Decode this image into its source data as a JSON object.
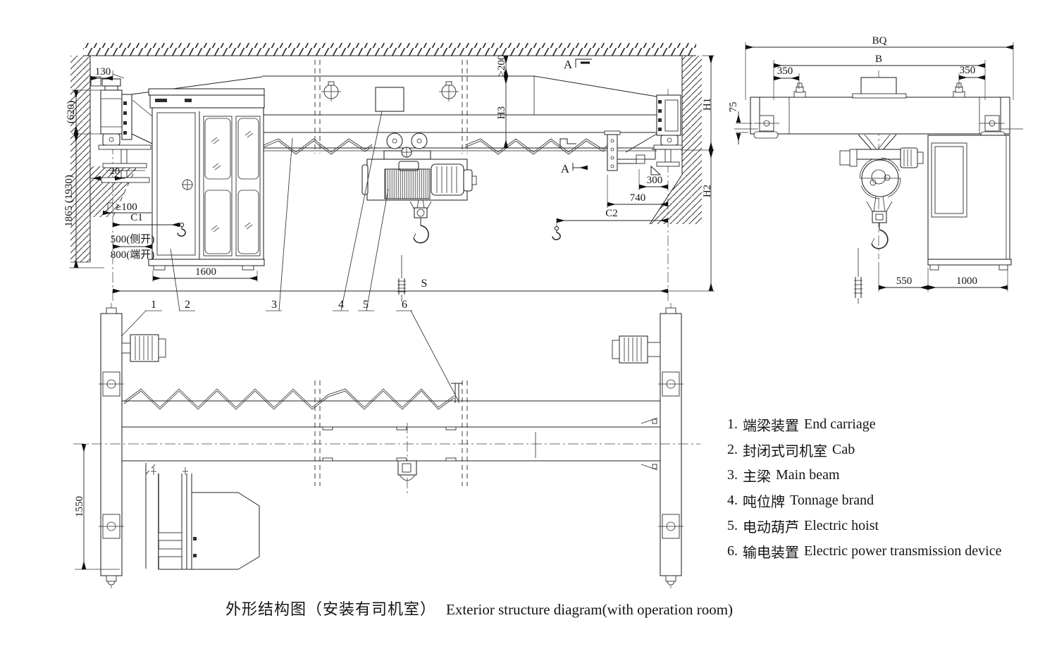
{
  "title": {
    "zh": "外形结构图（安装有司机室）",
    "en": "Exterior structure diagram(with operation room)"
  },
  "legend": {
    "items": [
      {
        "num": "1.",
        "zh": "端梁装置",
        "en": "End carriage"
      },
      {
        "num": "2.",
        "zh": "封闭式司机室",
        "en": "Cab"
      },
      {
        "num": "3.",
        "zh": "主梁",
        "en": "Main beam"
      },
      {
        "num": "4.",
        "zh": "吨位牌",
        "en": "Tonnage brand"
      },
      {
        "num": "5.",
        "zh": "电动葫芦",
        "en": "Electric hoist"
      },
      {
        "num": "6.",
        "zh": "输电装置",
        "en": "Electric power transmission device"
      }
    ]
  },
  "front_view": {
    "dims": {
      "buffer": "130",
      "rail_offset": "(620)",
      "height": "1865 (1930)",
      "gap": "20",
      "clearance": "≥100",
      "c1": "C1",
      "side_open": "500(侧开)",
      "end_open": "800(端开)",
      "cab_width": "1600",
      "top_clearance": "≥200",
      "h3": "H3",
      "h1": "H1",
      "h2": "H2",
      "d300": "300",
      "d740": "740",
      "c2": "C2",
      "span": "S",
      "cab_depth": "1550"
    },
    "section_marks": {
      "top": "A",
      "bottom": "A"
    },
    "callouts": [
      "1",
      "2",
      "3",
      "4",
      "5",
      "6"
    ]
  },
  "side_view": {
    "dims": {
      "bq": "BQ",
      "b": "B",
      "left_350": "350",
      "right_350": "350",
      "d75": "75",
      "d550": "550",
      "d1000": "1000"
    }
  }
}
